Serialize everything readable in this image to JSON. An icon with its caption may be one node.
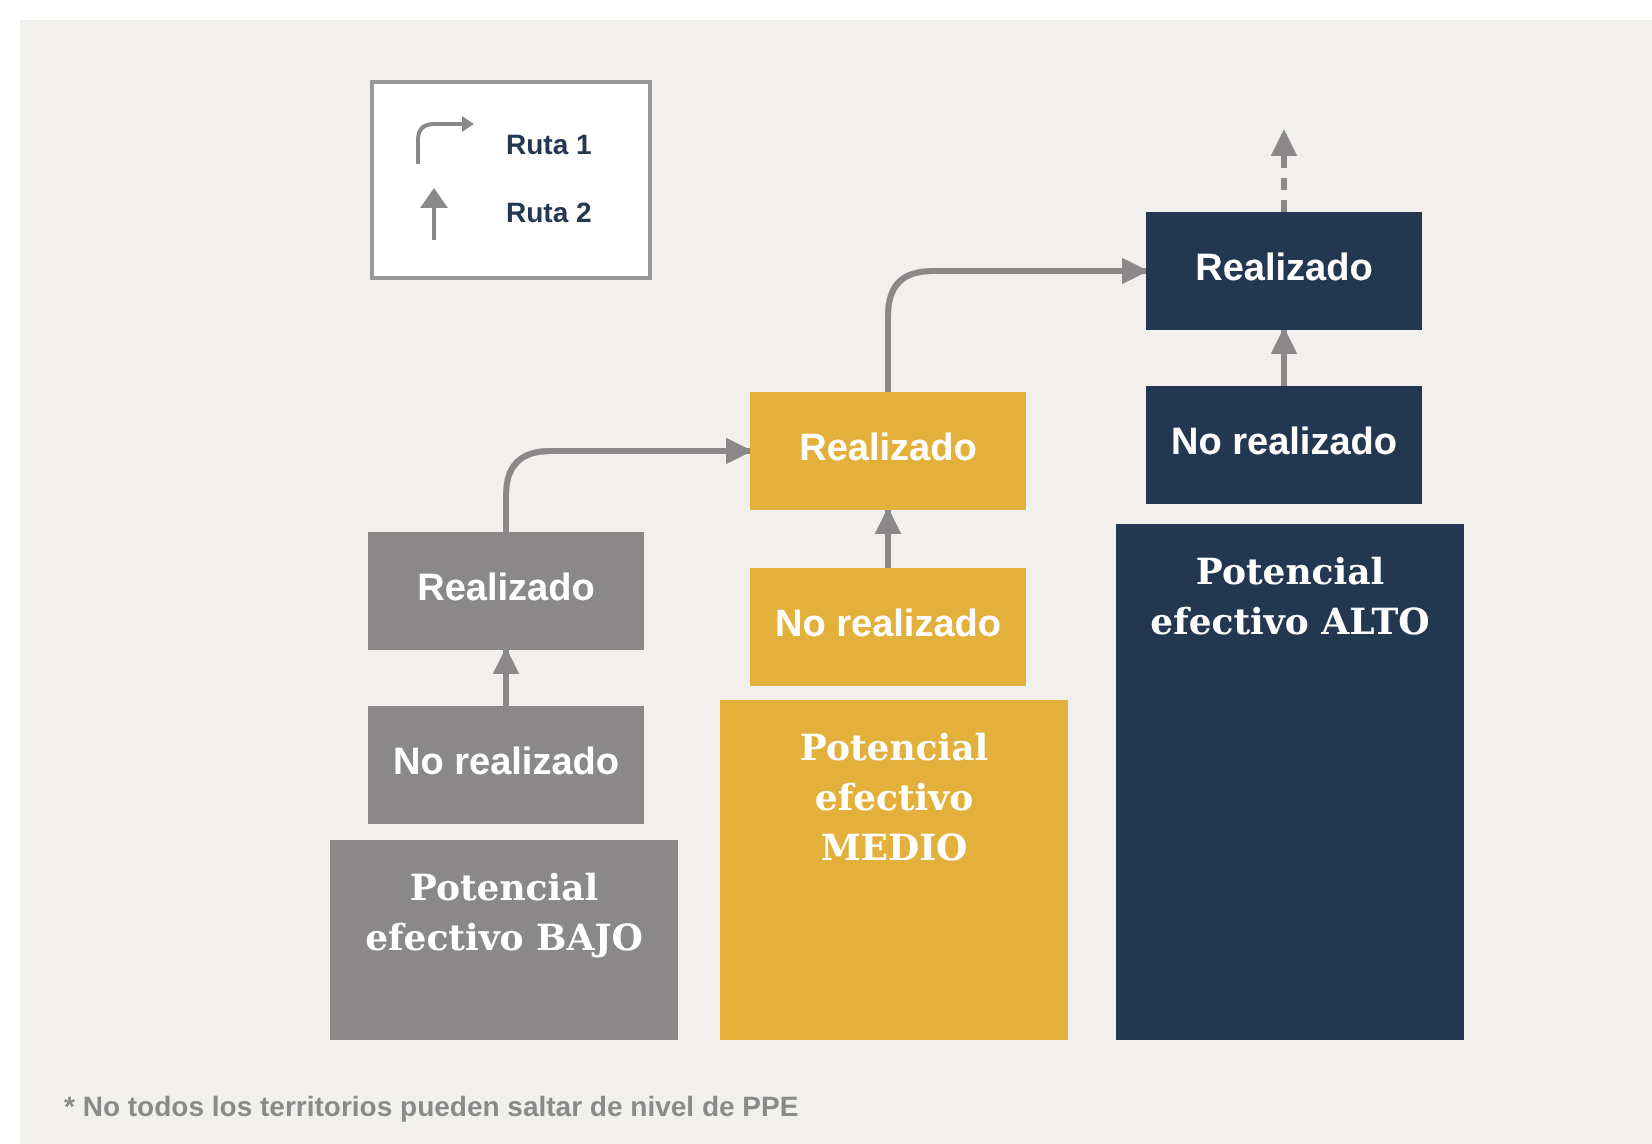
{
  "diagram": {
    "caption": "* No todos los territorios pueden saltar de nivel de PPE",
    "nodes": [
      {
        "text": [
          "Potencial efectivo BAJO"
        ]
      },
      {
        "text": [
          "No realizado"
        ]
      },
      {
        "text": [
          "Realizado"
        ]
      },
      {
        "text": [
          "Potencial efectivo MEDIO"
        ]
      },
      {
        "text": [
          "No realizado"
        ]
      },
      {
        "text": [
          "Realizado"
        ]
      },
      {
        "text": [
          "Potencial efectivo ALTO"
        ]
      },
      {
        "text": [
          "No realizado"
        ]
      },
      {
        "text": [
          "Realizado"
        ]
      }
    ],
    "edges": [
      {
        "from": 1,
        "to": 2,
        "arrow": "to"
      },
      {
        "from": 2,
        "to": 5,
        "arrow": "to"
      },
      {
        "from": 4,
        "to": 5,
        "arrow": "to"
      },
      {
        "from": 5,
        "to": 8,
        "arrow": "to"
      },
      {
        "from": 7,
        "to": 8,
        "arrow": "to"
      },
      {
        "from": 8,
        "to": null,
        "arrow": "to",
        "style": "dashed"
      }
    ],
    "legend": [
      {
        "text": "Ruta 1"
      },
      {
        "text": "Ruta 2"
      }
    ]
  }
}
